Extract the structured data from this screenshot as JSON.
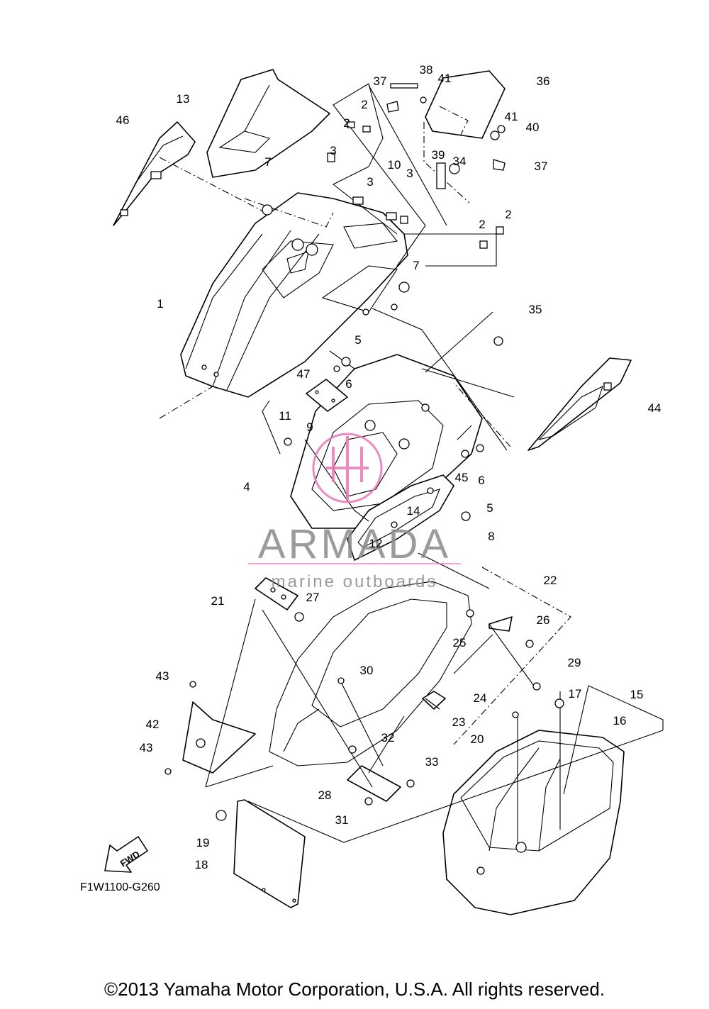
{
  "diagram_code": "F1W1100-G260",
  "fwd_label": "FWD",
  "copyright": "©2013 Yamaha Motor Corporation, U.S.A. All rights reserved.",
  "watermark": {
    "brand": "ARMADA",
    "tagline": "marine outboards"
  },
  "callouts": [
    {
      "id": "c1",
      "label": "1"
    },
    {
      "id": "c2a",
      "label": "2"
    },
    {
      "id": "c2b",
      "label": "2"
    },
    {
      "id": "c2c",
      "label": "2"
    },
    {
      "id": "c2d",
      "label": "2"
    },
    {
      "id": "c3a",
      "label": "3"
    },
    {
      "id": "c3b",
      "label": "3"
    },
    {
      "id": "c3c",
      "label": "3"
    },
    {
      "id": "c4",
      "label": "4"
    },
    {
      "id": "c5a",
      "label": "5"
    },
    {
      "id": "c5b",
      "label": "5"
    },
    {
      "id": "c6a",
      "label": "6"
    },
    {
      "id": "c6b",
      "label": "6"
    },
    {
      "id": "c7a",
      "label": "7"
    },
    {
      "id": "c7b",
      "label": "7"
    },
    {
      "id": "c8",
      "label": "8"
    },
    {
      "id": "c9",
      "label": "9"
    },
    {
      "id": "c10",
      "label": "10"
    },
    {
      "id": "c11",
      "label": "11"
    },
    {
      "id": "c12",
      "label": "12"
    },
    {
      "id": "c13",
      "label": "13"
    },
    {
      "id": "c14",
      "label": "14"
    },
    {
      "id": "c15",
      "label": "15"
    },
    {
      "id": "c16",
      "label": "16"
    },
    {
      "id": "c17",
      "label": "17"
    },
    {
      "id": "c18",
      "label": "18"
    },
    {
      "id": "c19",
      "label": "19"
    },
    {
      "id": "c20",
      "label": "20"
    },
    {
      "id": "c21",
      "label": "21"
    },
    {
      "id": "c22",
      "label": "22"
    },
    {
      "id": "c23",
      "label": "23"
    },
    {
      "id": "c24",
      "label": "24"
    },
    {
      "id": "c25",
      "label": "25"
    },
    {
      "id": "c26",
      "label": "26"
    },
    {
      "id": "c27",
      "label": "27"
    },
    {
      "id": "c28",
      "label": "28"
    },
    {
      "id": "c29",
      "label": "29"
    },
    {
      "id": "c30",
      "label": "30"
    },
    {
      "id": "c31",
      "label": "31"
    },
    {
      "id": "c32",
      "label": "32"
    },
    {
      "id": "c33",
      "label": "33"
    },
    {
      "id": "c34",
      "label": "34"
    },
    {
      "id": "c35",
      "label": "35"
    },
    {
      "id": "c36",
      "label": "36"
    },
    {
      "id": "c37a",
      "label": "37"
    },
    {
      "id": "c37b",
      "label": "37"
    },
    {
      "id": "c38",
      "label": "38"
    },
    {
      "id": "c39",
      "label": "39"
    },
    {
      "id": "c40",
      "label": "40"
    },
    {
      "id": "c41a",
      "label": "41"
    },
    {
      "id": "c41b",
      "label": "41"
    },
    {
      "id": "c42",
      "label": "42"
    },
    {
      "id": "c43a",
      "label": "43"
    },
    {
      "id": "c43b",
      "label": "43"
    },
    {
      "id": "c44",
      "label": "44"
    },
    {
      "id": "c45",
      "label": "45"
    },
    {
      "id": "c46",
      "label": "46"
    },
    {
      "id": "c47",
      "label": "47"
    }
  ]
}
